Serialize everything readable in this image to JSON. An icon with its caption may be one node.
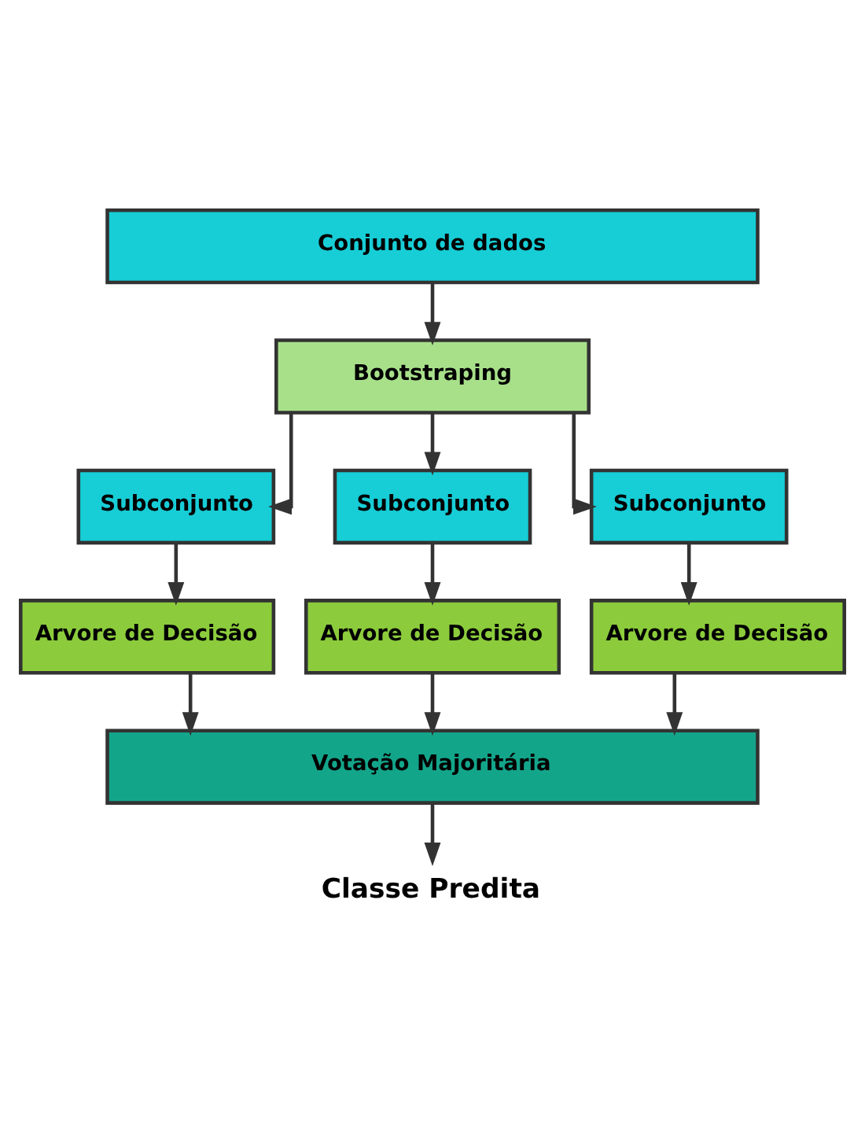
{
  "diagram": {
    "nodes": [
      {
        "text": [
          "Conjunto de dados"
        ]
      },
      {
        "text": [
          "Bootstraping"
        ]
      },
      {
        "text": [
          "Subconjunto"
        ]
      },
      {
        "text": [
          "Subconjunto"
        ]
      },
      {
        "text": [
          "Subconjunto"
        ]
      },
      {
        "text": [
          "Arvore de Decisão"
        ]
      },
      {
        "text": [
          "Arvore de Decisão"
        ]
      },
      {
        "text": [
          "Arvore de Decisão"
        ]
      },
      {
        "text": [
          "Votação Majoritária"
        ]
      },
      {
        "text": [
          "Classe Predita"
        ]
      }
    ],
    "edges": [
      {
        "from": 0,
        "to": 1,
        "arrow": "to"
      },
      {
        "from": 1,
        "to": 2,
        "arrow": "to"
      },
      {
        "from": 1,
        "to": 3,
        "arrow": "to"
      },
      {
        "from": 1,
        "to": 4,
        "arrow": "to"
      },
      {
        "from": 2,
        "to": 5,
        "arrow": "to"
      },
      {
        "from": 3,
        "to": 6,
        "arrow": "to"
      },
      {
        "from": 4,
        "to": 7,
        "arrow": "to"
      },
      {
        "from": 5,
        "to": 8,
        "arrow": "to"
      },
      {
        "from": 6,
        "to": 8,
        "arrow": "to"
      },
      {
        "from": 7,
        "to": 8,
        "arrow": "to"
      },
      {
        "from": 8,
        "to": 9,
        "arrow": "to"
      }
    ]
  }
}
